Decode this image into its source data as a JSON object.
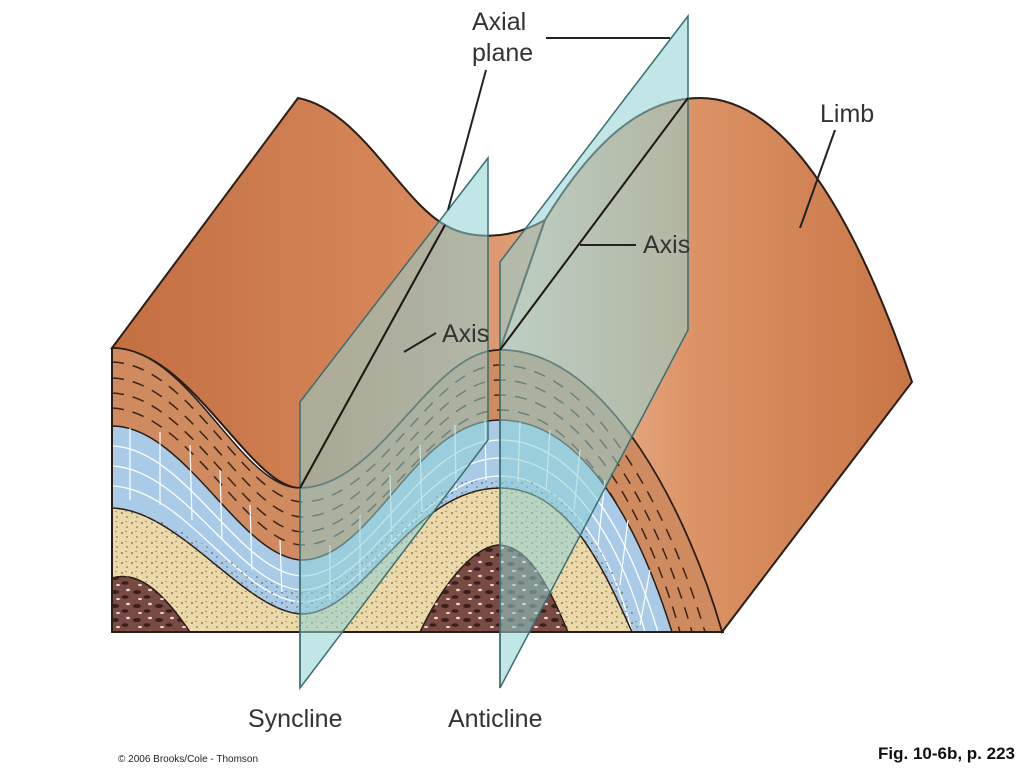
{
  "labels": {
    "axial_plane_line1": "Axial",
    "axial_plane_line2": "plane",
    "limb": "Limb",
    "axis_upper": "Axis",
    "axis_lower": "Axis",
    "syncline": "Syncline",
    "anticline": "Anticline"
  },
  "credit": "© 2006 Brooks/Cole - Thomson",
  "figure_ref": "Fig. 10-6b, p. 223",
  "colors": {
    "rock_surface": "#c8784a",
    "rock_highlight": "#f2c9ac",
    "shale": "#cf8a5f",
    "limestone": "#a9cbe8",
    "sandstone": "#ecd9aa",
    "conglomerate": "#7a4a44",
    "axial_plane": "#8fd2d3",
    "outline": "#2a1d16"
  }
}
